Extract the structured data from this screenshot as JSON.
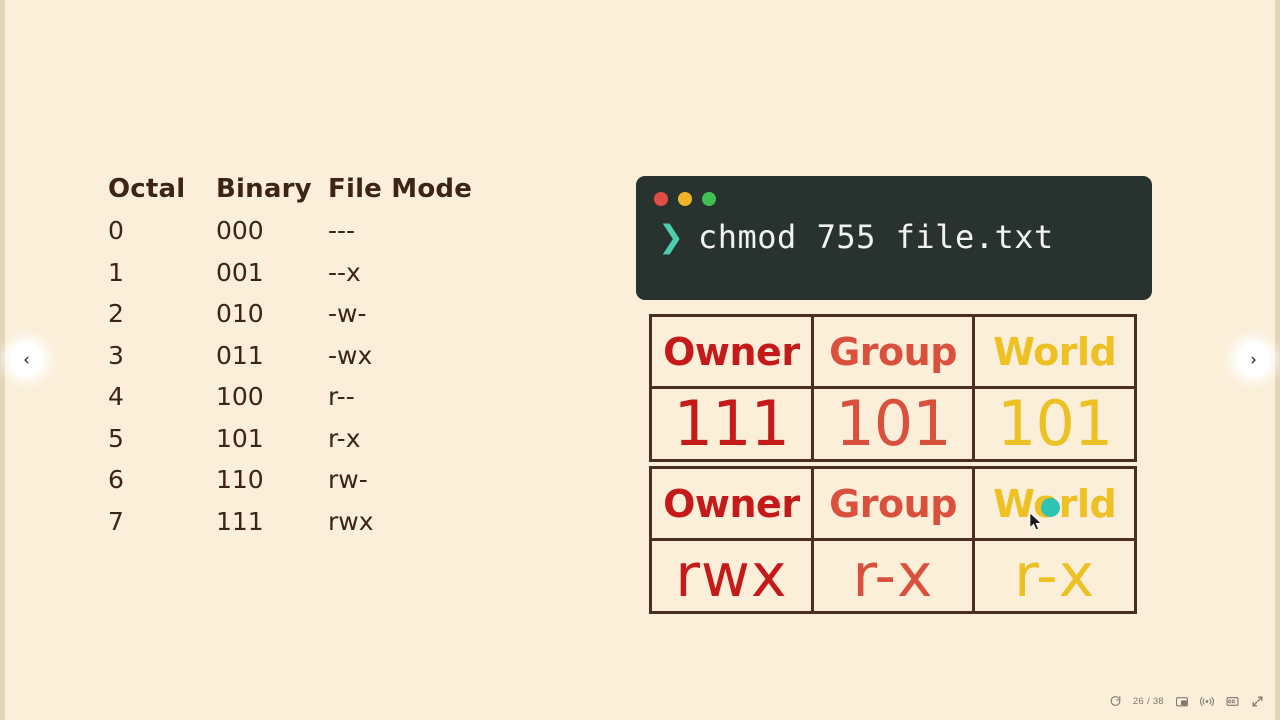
{
  "slide": {
    "octal_table": {
      "headers": [
        "Octal",
        "Binary",
        "File Mode"
      ],
      "rows": [
        {
          "octal": "0",
          "binary": "000",
          "mode": "---"
        },
        {
          "octal": "1",
          "binary": "001",
          "mode": "--x"
        },
        {
          "octal": "2",
          "binary": "010",
          "mode": "-w-"
        },
        {
          "octal": "3",
          "binary": "011",
          "mode": "-wx"
        },
        {
          "octal": "4",
          "binary": "100",
          "mode": "r--"
        },
        {
          "octal": "5",
          "binary": "101",
          "mode": "r-x"
        },
        {
          "octal": "6",
          "binary": "110",
          "mode": "rw-"
        },
        {
          "octal": "7",
          "binary": "111",
          "mode": "rwx"
        }
      ]
    },
    "terminal": {
      "prompt": "❯",
      "command": "chmod 755 file.txt",
      "lights": [
        "red",
        "amber",
        "green"
      ],
      "background": "#28332f",
      "prompt_color": "#4ecdb0",
      "text_color": "#f2f2ee"
    },
    "permission_grids": [
      {
        "name": "binary",
        "columns": [
          {
            "label": "Owner",
            "value": "111",
            "color": "#c41a1a"
          },
          {
            "label": "Group",
            "value": "101",
            "color": "#d9503c"
          },
          {
            "label": "World",
            "value": "101",
            "color": "#edc023"
          }
        ]
      },
      {
        "name": "symbolic",
        "columns": [
          {
            "label": "Owner",
            "value": "rwx",
            "color": "#c41a1a"
          },
          {
            "label": "Group",
            "value": "r-x",
            "color": "#d9503c"
          },
          {
            "label": "World",
            "value": "r-x",
            "color": "#edc023"
          }
        ]
      }
    ]
  },
  "navigation": {
    "prev_label": "‹",
    "next_label": "›"
  },
  "player": {
    "page_count": "26 / 38",
    "icons": [
      "replay-icon",
      "picture-in-picture-icon",
      "cast-icon",
      "captions-icon",
      "fullscreen-icon"
    ]
  },
  "colors": {
    "page_background": "#fbefda",
    "text": "#3d2415",
    "border": "#4a2e22",
    "accent_teal": "#2fc4b2"
  }
}
